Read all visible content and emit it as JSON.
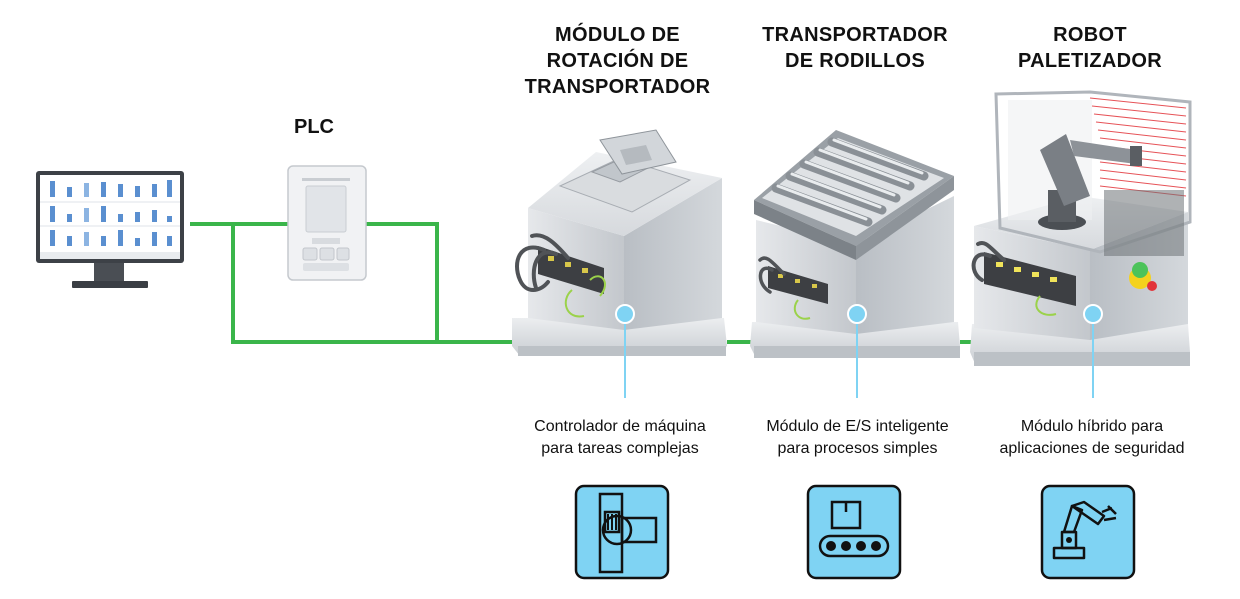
{
  "colors": {
    "network_line": "#3ab54a",
    "callout": "#7fd3f3",
    "icon_bg": "#7fd3f3",
    "machine_body": "#cfd3d8",
    "safety_fence": "#e2343a"
  },
  "plc": {
    "label": "PLC"
  },
  "stages": [
    {
      "title_lines": [
        "MÓDULO DE",
        "ROTACIÓN DE",
        "TRANSPORTADOR"
      ],
      "desc_lines": [
        "Controlador de máquina",
        "para tareas complejas"
      ],
      "icon": "conveyor-rotation-icon"
    },
    {
      "title_lines": [
        "TRANSPORTADOR",
        "DE RODILLOS"
      ],
      "desc_lines": [
        "Módulo de E/S inteligente",
        "para procesos simples"
      ],
      "icon": "roller-conveyor-icon"
    },
    {
      "title_lines": [
        "ROBOT",
        "PALETIZADOR"
      ],
      "desc_lines": [
        "Módulo híbrido para",
        "aplicaciones de seguridad"
      ],
      "icon": "robot-arm-icon"
    }
  ]
}
